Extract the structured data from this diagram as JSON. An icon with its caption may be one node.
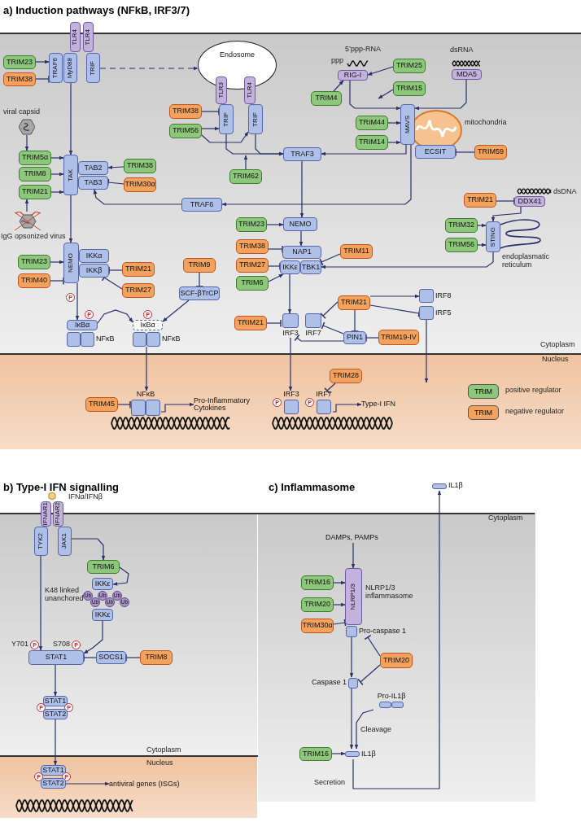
{
  "diagram": {
    "nodes": [
      {
        "text": [
          "a) Induction pathways (NFkB, IRF3/7)"
        ]
      },
      {
        "text": [
          "TLR4"
        ],
        "in": 0
      },
      {
        "text": [
          "TLR4"
        ],
        "in": 0
      },
      {
        "text": [
          "TRIM23"
        ],
        "in": 0
      },
      {
        "text": [
          "TRIM38"
        ],
        "in": 0
      },
      {
        "text": [
          "TRAF6"
        ],
        "in": 0
      },
      {
        "text": [
          "MyD88"
        ],
        "in": 0
      },
      {
        "text": [
          "TRIF"
        ],
        "in": 0
      },
      {
        "text": [
          "Endosome"
        ],
        "in": 0
      },
      {
        "text": [
          "TLR3"
        ],
        "in": 0
      },
      {
        "text": [
          "TLR4"
        ],
        "in": 0
      },
      {
        "text": [
          "TRIM38"
        ],
        "in": 0
      },
      {
        "text": [
          "TRIM56"
        ],
        "in": 0
      },
      {
        "text": [
          "TRIF"
        ],
        "in": 0
      },
      {
        "text": [
          "TRIF"
        ],
        "in": 0
      },
      {
        "text": [
          "TRIM62"
        ],
        "in": 0
      },
      {
        "text": [
          "RIG-I"
        ],
        "in": 0
      },
      {
        "text": [
          "TRIM25"
        ],
        "in": 0
      },
      {
        "text": [
          "MDA5"
        ],
        "in": 0
      },
      {
        "text": [
          "TRIM4"
        ],
        "in": 0
      },
      {
        "text": [
          "TRIM15"
        ],
        "in": 0
      },
      {
        "text": [
          "TRIM44"
        ],
        "in": 0
      },
      {
        "text": [
          "TRIM14"
        ],
        "in": 0
      },
      {
        "text": [
          "MAVS"
        ],
        "in": 0
      },
      {
        "text": [
          "ECSIT"
        ],
        "in": 0
      },
      {
        "text": [
          "TRIM59"
        ],
        "in": 0
      },
      {
        "text": [
          "TRAF3"
        ],
        "in": 0
      },
      {
        "text": [],
        "shape": "picture",
        "beside": [
          "viral capsid"
        ],
        "in": 0
      },
      {
        "text": [
          "TRIM5α"
        ],
        "in": 0
      },
      {
        "text": [
          "TRIM8"
        ],
        "in": 0
      },
      {
        "text": [
          "TRIM21"
        ],
        "in": 0
      },
      {
        "text": [
          "TAK"
        ],
        "in": 0
      },
      {
        "text": [
          "TAB2"
        ],
        "in": 0
      },
      {
        "text": [
          "TAB3"
        ],
        "in": 0
      },
      {
        "text": [
          "TRIM38"
        ],
        "in": 0
      },
      {
        "text": [
          "TRIM30α"
        ],
        "in": 0
      },
      {
        "text": [
          "TRAF6"
        ],
        "in": 0
      },
      {
        "text": [],
        "shape": "picture",
        "beside": [
          "IgG opsonized virus"
        ],
        "in": 0
      },
      {
        "text": [
          "TRIM23"
        ],
        "in": 0
      },
      {
        "text": [
          "NEMO"
        ],
        "in": 0
      },
      {
        "text": [
          "TRIM21"
        ],
        "in": 0
      },
      {
        "text": [
          "DDX41"
        ],
        "in": 0
      },
      {
        "text": [
          "TRIM32"
        ],
        "in": 0
      },
      {
        "text": [
          "TRIM56"
        ],
        "in": 0
      },
      {
        "text": [
          "STING"
        ],
        "in": 0
      },
      {
        "text": [
          "TRIM23"
        ],
        "in": 0
      },
      {
        "text": [
          "NEMO"
        ],
        "in": 0
      },
      {
        "text": [
          "IKKα"
        ],
        "in": 0
      },
      {
        "text": [
          "IKKβ"
        ],
        "in": 0
      },
      {
        "text": [
          "TRIM40"
        ],
        "in": 0
      },
      {
        "text": [
          "TRIM21"
        ],
        "in": 0
      },
      {
        "text": [
          "TRIM27"
        ],
        "in": 0
      },
      {
        "text": [
          "TRIM9"
        ],
        "in": 0
      },
      {
        "text": [
          "SCF-βTrCP"
        ],
        "in": 0
      },
      {
        "text": [
          "P"
        ],
        "in": 0
      },
      {
        "text": [
          "P"
        ],
        "in": 0
      },
      {
        "text": [
          "IκBα"
        ],
        "in": 0
      },
      {
        "text": [
          "NFκB"
        ],
        "in": 0
      },
      {
        "text": [
          "P"
        ],
        "in": 0
      },
      {
        "text": [
          "IκBα"
        ],
        "in": 0
      },
      {
        "text": [
          "NFκB"
        ],
        "in": 0
      },
      {
        "text": [
          "NAP1"
        ],
        "in": 0
      },
      {
        "text": [
          "TRIM38"
        ],
        "in": 0
      },
      {
        "text": [
          "TRIM27"
        ],
        "in": 0
      },
      {
        "text": [
          "TRIM6"
        ],
        "in": 0
      },
      {
        "text": [
          "IKKε"
        ],
        "in": 0
      },
      {
        "text": [
          "TBK1"
        ],
        "in": 0
      },
      {
        "text": [
          "TRIM11"
        ],
        "in": 0
      },
      {
        "text": [
          "TRIM21"
        ],
        "in": 0
      },
      {
        "text": [
          "IRF8"
        ],
        "in": 0
      },
      {
        "text": [
          "IRF5"
        ],
        "in": 0
      },
      {
        "text": [
          "TRIM21"
        ],
        "in": 0
      },
      {
        "text": [
          "IRF3"
        ],
        "in": 0
      },
      {
        "text": [
          "IRF7"
        ],
        "in": 0
      },
      {
        "text": [
          "PIN1"
        ],
        "in": 0
      },
      {
        "text": [
          "TRIM19-IV"
        ],
        "in": 0
      },
      {
        "text": [
          "TRIM45"
        ],
        "in": 0
      },
      {
        "text": [
          "NFκB"
        ],
        "in": 0
      },
      {
        "text": [
          "Pro-Inflammatory Cytokines"
        ],
        "in": 0
      },
      {
        "text": [
          "TRIM28"
        ],
        "in": 0
      },
      {
        "text": [
          "P"
        ],
        "in": 0
      },
      {
        "text": [
          "IRF3"
        ],
        "in": 0
      },
      {
        "text": [
          "P"
        ],
        "in": 0
      },
      {
        "text": [
          "IRF7"
        ],
        "in": 0
      },
      {
        "text": [
          "Type-I IFN"
        ],
        "in": 0
      },
      {
        "text": [
          "b) Type-I IFN signalling"
        ]
      },
      {
        "text": [
          "IFNAR1"
        ],
        "in": 85
      },
      {
        "text": [
          "IFNAR2"
        ],
        "in": 85
      },
      {
        "text": [
          "TYK2"
        ],
        "in": 85
      },
      {
        "text": [
          "JAK1"
        ],
        "in": 85
      },
      {
        "text": [
          "TRIM6"
        ],
        "in": 85
      },
      {
        "text": [
          "IKKε"
        ],
        "in": 85
      },
      {
        "text": [
          "Ub"
        ],
        "in": 85
      },
      {
        "text": [
          "Ub"
        ],
        "in": 85
      },
      {
        "text": [
          "Ub"
        ],
        "in": 85
      },
      {
        "text": [
          "Ub"
        ],
        "in": 85
      },
      {
        "text": [
          "Ub"
        ],
        "in": 85
      },
      {
        "text": [
          "Ub"
        ],
        "in": 85
      },
      {
        "text": [
          "IKKε"
        ],
        "in": 85
      },
      {
        "text": [
          "P"
        ],
        "beside": [
          "Y701"
        ],
        "in": 85
      },
      {
        "text": [
          "P"
        ],
        "beside": [
          "S708"
        ],
        "in": 85
      },
      {
        "text": [
          "STAT1"
        ],
        "in": 85
      },
      {
        "text": [
          "SOCS1"
        ],
        "in": 85
      },
      {
        "text": [
          "TRIM8"
        ],
        "in": 85
      },
      {
        "text": [
          "STAT1"
        ],
        "in": 85
      },
      {
        "text": [
          "P"
        ],
        "in": 85
      },
      {
        "text": [
          "P"
        ],
        "in": 85
      },
      {
        "text": [
          "STAT2"
        ],
        "in": 85
      },
      {
        "text": [
          "STAT1"
        ],
        "in": 85
      },
      {
        "text": [
          "P"
        ],
        "in": 85
      },
      {
        "text": [
          "P"
        ],
        "in": 85
      },
      {
        "text": [
          "STAT2"
        ],
        "in": 85
      },
      {
        "text": [
          "antiviral genes (ISGs)"
        ],
        "in": 85
      },
      {
        "text": [
          "c) Inflammasome"
        ]
      },
      {
        "text": [
          "IL1β"
        ],
        "in": 113
      },
      {
        "text": [
          "DAMPs, PAMPs"
        ],
        "in": 113
      },
      {
        "text": [
          "TRIM16"
        ],
        "in": 113
      },
      {
        "text": [
          "NLRP1/3"
        ],
        "beside": [
          "NLRP1/3 inflammasome"
        ],
        "in": 113
      },
      {
        "text": [
          "TRIM20"
        ],
        "in": 113
      },
      {
        "text": [
          "TRIM30α"
        ],
        "in": 113
      },
      {
        "text": [
          "Pro-caspase 1"
        ],
        "in": 113
      },
      {
        "text": [
          "TRIM20"
        ],
        "in": 113
      },
      {
        "text": [
          "Caspase 1"
        ],
        "in": 113
      },
      {
        "text": [
          "Pro-IL1β"
        ],
        "in": 113
      },
      {
        "text": [
          "TRIM16"
        ],
        "in": 113
      },
      {
        "text": [
          "IL1β"
        ],
        "in": 113
      }
    ],
    "edges": [
      {
        "from": 3,
        "to": 5,
        "arrow": "to"
      },
      {
        "from": 4,
        "to": 5,
        "arrow": "other"
      },
      {
        "from": 7,
        "to": 8,
        "arrow": "to",
        "style": "dashed"
      },
      {
        "from": 6,
        "to": 31,
        "arrow": "to"
      },
      {
        "from": 11,
        "to": 13,
        "arrow": "other"
      },
      {
        "from": 12,
        "to": 13,
        "arrow": "to"
      },
      {
        "from": 12,
        "to": 14,
        "arrow": "to"
      },
      {
        "from": 13,
        "to": 26,
        "arrow": "to"
      },
      {
        "from": 14,
        "to": 26,
        "arrow": "to"
      },
      {
        "from": 15,
        "to": null,
        "arrow": "to"
      },
      {
        "from": 17,
        "to": 16,
        "arrow": "to"
      },
      {
        "from": 19,
        "to": 16,
        "arrow": "to"
      },
      {
        "from": 20,
        "to": null,
        "arrow": "to"
      },
      {
        "from": 16,
        "to": 23,
        "arrow": "to"
      },
      {
        "from": 18,
        "to": 23,
        "arrow": "to"
      },
      {
        "from": 21,
        "to": 23,
        "arrow": "to"
      },
      {
        "from": 22,
        "to": 23,
        "arrow": "to"
      },
      {
        "from": 25,
        "to": 24,
        "arrow": "other"
      },
      {
        "from": 23,
        "to": 26,
        "arrow": "to"
      },
      {
        "from": 23,
        "to": 36,
        "arrow": "to"
      },
      {
        "from": 36,
        "to": 33,
        "arrow": "to"
      },
      {
        "from": 26,
        "to": 39,
        "arrow": "to"
      },
      {
        "from": 27,
        "to": 28,
        "arrow": "to"
      },
      {
        "from": 37,
        "to": 30,
        "arrow": "to"
      },
      {
        "from": 28,
        "to": 31,
        "arrow": "to"
      },
      {
        "from": 29,
        "to": 31,
        "arrow": "to"
      },
      {
        "from": 30,
        "to": 31,
        "arrow": "to"
      },
      {
        "from": 34,
        "to": 32,
        "arrow": "to"
      },
      {
        "from": 35,
        "to": 33,
        "arrow": "other"
      },
      {
        "from": 31,
        "to": 46,
        "arrow": "to"
      },
      {
        "from": 38,
        "to": 39,
        "arrow": "to"
      },
      {
        "from": 39,
        "to": 61,
        "arrow": "to"
      },
      {
        "from": 40,
        "to": 41,
        "arrow": "other"
      },
      {
        "from": 41,
        "to": 44,
        "arrow": "to"
      },
      {
        "from": 42,
        "to": 44,
        "arrow": "to"
      },
      {
        "from": 43,
        "to": 44,
        "arrow": "to"
      },
      {
        "from": 44,
        "to": 66,
        "arrow": "to"
      },
      {
        "from": 45,
        "to": 46,
        "arrow": "to"
      },
      {
        "from": 49,
        "to": 46,
        "arrow": "other"
      },
      {
        "from": 50,
        "to": 48,
        "arrow": "other"
      },
      {
        "from": 51,
        "to": 48,
        "arrow": "other"
      },
      {
        "from": 46,
        "to": 56,
        "arrow": "to"
      },
      {
        "from": 56,
        "to": 59,
        "arrow": "to"
      },
      {
        "from": 52,
        "to": 53,
        "arrow": "other"
      },
      {
        "from": 53,
        "to": 59,
        "arrow": "to"
      },
      {
        "from": 60,
        "to": 77,
        "arrow": "to"
      },
      {
        "from": 62,
        "to": 61,
        "arrow": "other"
      },
      {
        "from": 63,
        "to": 65,
        "arrow": "other"
      },
      {
        "from": 64,
        "to": 65,
        "arrow": "to"
      },
      {
        "from": 67,
        "to": 66,
        "arrow": "other"
      },
      {
        "from": 65,
        "to": 72,
        "arrow": "to"
      },
      {
        "from": 68,
        "to": 73,
        "arrow": "other"
      },
      {
        "from": 68,
        "to": 69,
        "arrow": "to"
      },
      {
        "from": 68,
        "to": 70,
        "arrow": "other"
      },
      {
        "from": 68,
        "to": 74,
        "arrow": "other"
      },
      {
        "from": 74,
        "to": 73,
        "arrow": "other"
      },
      {
        "from": 74,
        "to": 72,
        "arrow": "other"
      },
      {
        "from": 75,
        "to": 74,
        "arrow": "other"
      },
      {
        "from": 71,
        "to": 72,
        "arrow": "other"
      },
      {
        "from": 72,
        "to": 81,
        "arrow": "to"
      },
      {
        "from": 70,
        "to": null,
        "arrow": "to"
      },
      {
        "from": 76,
        "to": 77,
        "arrow": "other"
      },
      {
        "from": 77,
        "to": 78,
        "arrow": "to"
      },
      {
        "from": 79,
        "to": 83,
        "arrow": "other"
      },
      {
        "from": 83,
        "to": 84,
        "arrow": "to"
      },
      {
        "from": 89,
        "to": 90,
        "arrow": "to"
      },
      {
        "from": 90,
        "to": 91,
        "arrow": "to"
      },
      {
        "from": 88,
        "to": 101,
        "arrow": "to"
      },
      {
        "from": 98,
        "to": 101,
        "arrow": "to"
      },
      {
        "from": 102,
        "to": 101,
        "arrow": "other"
      },
      {
        "from": 103,
        "to": 102,
        "arrow": "other"
      },
      {
        "from": 101,
        "to": 104,
        "arrow": "to"
      },
      {
        "from": 107,
        "to": 108,
        "arrow": "to"
      },
      {
        "from": 111,
        "to": 112,
        "arrow": "to"
      },
      {
        "from": 115,
        "to": 117,
        "arrow": "to"
      },
      {
        "from": 116,
        "to": 117,
        "arrow": "to"
      },
      {
        "from": 118,
        "to": 117,
        "arrow": "to"
      },
      {
        "from": 119,
        "to": 117,
        "arrow": "other"
      },
      {
        "from": 120,
        "to": 122,
        "arrow": "to"
      },
      {
        "from": 121,
        "to": 120,
        "arrow": "other"
      },
      {
        "from": 121,
        "to": 122,
        "arrow": "other"
      },
      {
        "from": 122,
        "to": 125,
        "arrow": "to"
      },
      {
        "from": 123,
        "to": 125,
        "arrow": "to",
        "label": "Cleavage"
      },
      {
        "from": 124,
        "to": 125,
        "arrow": "to"
      },
      {
        "from": 125,
        "to": 114,
        "arrow": "to",
        "label": "Secretion"
      }
    ],
    "labels": [
      "ppp",
      "5’ppp-RNA",
      "dsRNA",
      "mitochondria",
      "dsDNA",
      "endoplasmatic reticulum",
      "Cytoplasm",
      "Nucleus",
      "IFNα/IFNβ",
      "K48 linked unanchored",
      "Cytoplasm",
      "Nucleus",
      "Cytoplasm",
      "TRIM",
      "TRIM"
    ],
    "legend": [
      {
        "text": "positive regulator",
        "color": "#8dc77b"
      },
      {
        "text": "negative regulator",
        "color": "#f2a25c"
      }
    ]
  }
}
